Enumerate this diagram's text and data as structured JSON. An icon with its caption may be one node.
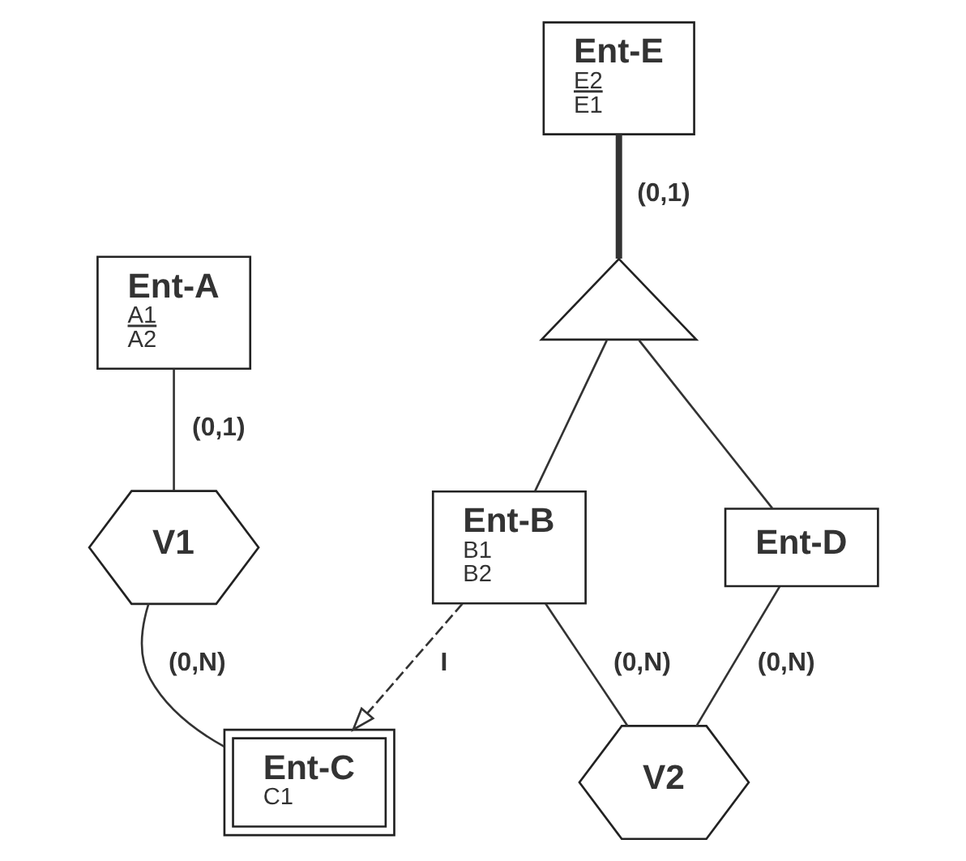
{
  "diagram": {
    "nodes": [
      {
        "text": [
          "Ent-A",
          "A1",
          "A2"
        ]
      },
      {
        "text": [
          "Ent-E",
          "E2",
          "E1"
        ]
      },
      {
        "text": [
          "V1"
        ]
      },
      {
        "text": [],
        "shape": "triangle"
      },
      {
        "text": [
          "Ent-B",
          "B1",
          "B2"
        ]
      },
      {
        "text": [
          "Ent-D"
        ]
      },
      {
        "text": [
          "Ent-C",
          "C1"
        ]
      },
      {
        "text": [
          "V2"
        ]
      }
    ],
    "edges": [
      {
        "from": 0,
        "to": 2,
        "arrow": "none",
        "label": "(0,1)"
      },
      {
        "from": 1,
        "to": 3,
        "arrow": "none",
        "label": "(0,1)",
        "style": "thick"
      },
      {
        "from": 3,
        "to": 4,
        "arrow": "none"
      },
      {
        "from": 3,
        "to": 5,
        "arrow": "none"
      },
      {
        "from": 2,
        "to": 6,
        "arrow": "none",
        "label": "(0,N)"
      },
      {
        "from": 4,
        "to": 6,
        "arrow": "to",
        "label": "I",
        "style": "dashed"
      },
      {
        "from": 4,
        "to": 7,
        "arrow": "none",
        "label": "(0,N)"
      },
      {
        "from": 5,
        "to": 7,
        "arrow": "none",
        "label": "(0,N)"
      }
    ]
  }
}
